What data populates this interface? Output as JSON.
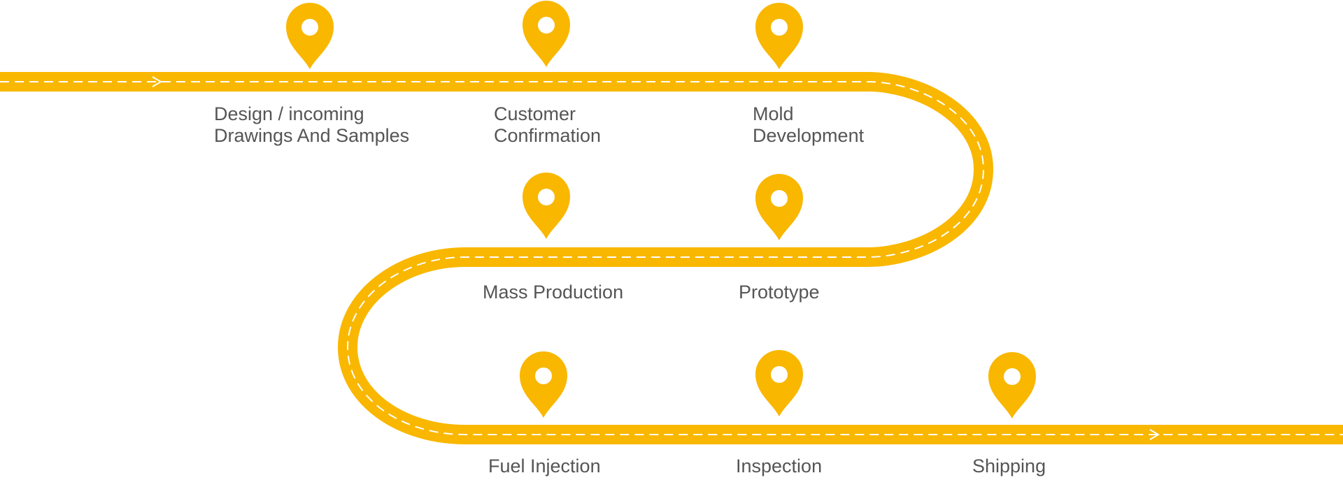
{
  "colors": {
    "road": "#F9B700",
    "dash": "#FFFFFF",
    "text": "#555555",
    "background": "#FFFFFF"
  },
  "route": {
    "arrow_icon": "arrow-right-icon",
    "pin_icon": "map-pin-icon"
  },
  "steps": [
    {
      "id": "design",
      "lines": [
        "Design / incoming",
        "Drawings And Samples"
      ]
    },
    {
      "id": "customer-confirmation",
      "lines": [
        "Customer",
        "Confirmation"
      ]
    },
    {
      "id": "mold-development",
      "lines": [
        "Mold",
        "Development"
      ]
    },
    {
      "id": "prototype",
      "lines": [
        "Prototype"
      ]
    },
    {
      "id": "mass-production",
      "lines": [
        "Mass Production"
      ]
    },
    {
      "id": "fuel-injection",
      "lines": [
        "Fuel Injection"
      ]
    },
    {
      "id": "inspection",
      "lines": [
        "Inspection"
      ]
    },
    {
      "id": "shipping",
      "lines": [
        "Shipping"
      ]
    }
  ]
}
